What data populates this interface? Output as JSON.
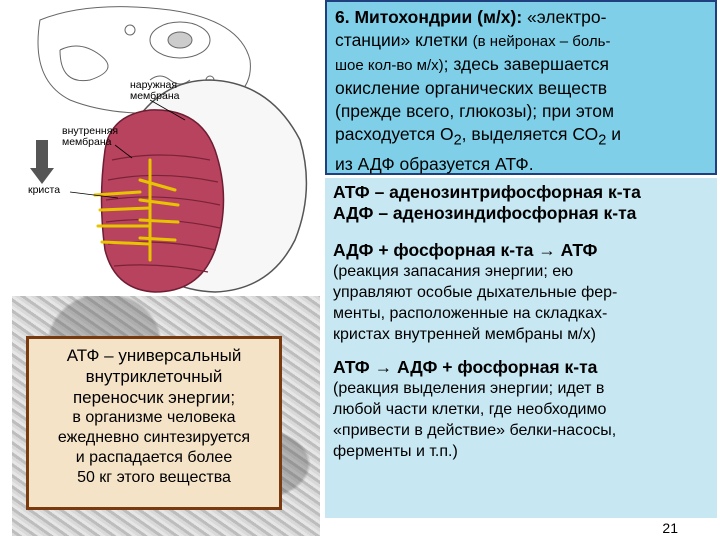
{
  "figure": {
    "label_outer_membrane_1": "наружная",
    "label_outer_membrane_2": "мембрана",
    "label_inner_membrane_1": "внутренняя",
    "label_inner_membrane_2": "мембрана",
    "label_crista": "криста"
  },
  "info_box": {
    "line1": "АТФ – универсальный",
    "line2": "внутриклеточный",
    "line3": "переносчик энергии;",
    "line4": "в организме человека",
    "line5": "ежедневно синтезируется",
    "line6": "и распадается более",
    "line7": "50 кг этого вещества"
  },
  "top_panel": {
    "heading": "6. Митохондрии (м/х):",
    "line1_rest": " «электро-",
    "line2": "станции» клетки ",
    "line2_small": "(в нейронах – боль-",
    "line3_small": "шое кол-во м/х)",
    "line3_rest": "; здесь завершается",
    "line4": "окисление органических веществ",
    "line5": "(прежде всего, глюкозы); при этом",
    "line6a": "расходуется О",
    "sub2a": "2",
    "line6b": ", выделяется СО",
    "sub2b": "2",
    "line6c": " и",
    "line7": "из АДФ образуется АТФ."
  },
  "bottom_panel": {
    "def1": "АТФ – аденозинтрифосфорная к-та",
    "def2": "АДФ – аденозиндифосфорная к-та",
    "eq1_left": "АДФ + фосфорная к-та",
    "eq1_right": "АТФ",
    "note1_line1": "(реакция запасания энергии; ею",
    "note1_line2": "управляют особые дыхательные фер-",
    "note1_line3": "менты, расположенные на складках-",
    "note1_line4": "кристах внутренней мембраны м/х)",
    "eq2_left": "АТФ",
    "eq2_right": "АДФ + фосфорная к-та",
    "note2_line1": "(реакция выделения энергии; идет в",
    "note2_line2": "любой части клетки, где необходимо",
    "note2_line3": "«привести в действие» белки-насосы,",
    "note2_line4": "ферменты и т.п.)",
    "page_number": "21"
  },
  "colors": {
    "top_panel_bg": "#7fcfe9",
    "bottom_panel_bg": "#c7e7f2",
    "info_box_bg": "#f5e3c8",
    "info_box_border": "#7a3a10",
    "mito_red": "#b8435e",
    "cristae_yellow": "#e8c400"
  }
}
